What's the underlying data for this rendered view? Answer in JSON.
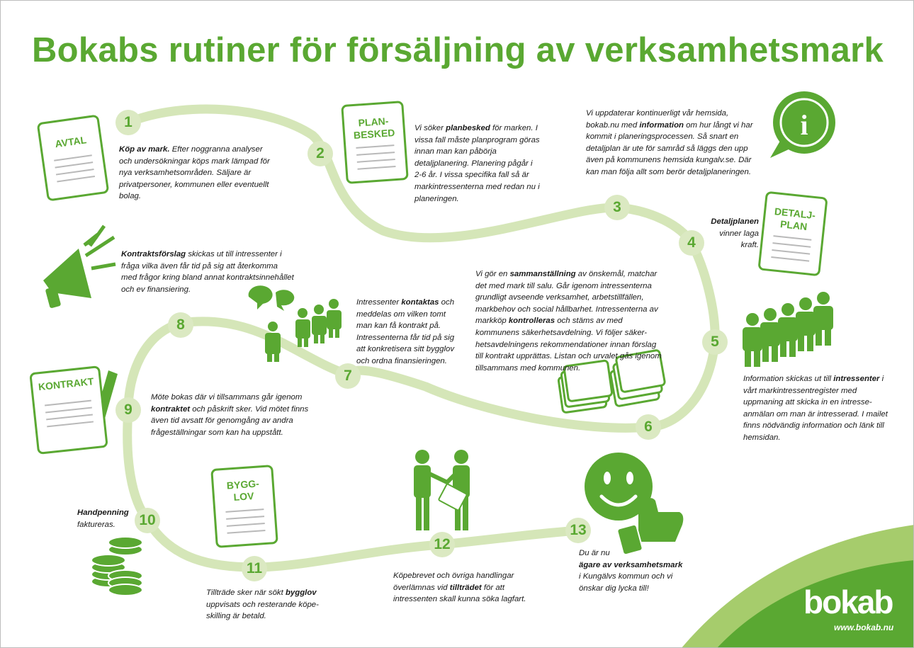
{
  "title": "Bokabs rutiner för försäljning av verksamhetsmark",
  "colors": {
    "brand_green": "#5aa832",
    "path_green": "#d5e6b8",
    "text": "#1a1a1a"
  },
  "documents": {
    "avtal": "AVTAL",
    "planbesked": "PLAN-\nBESKED",
    "detaljplan": "DETALJ-\nPLAN",
    "kontrakt": "KONTRAKT",
    "bygglov": "BYGG-\nLOV"
  },
  "steps": {
    "s1": {
      "num": "1",
      "bold": "Köp av mark.",
      "text": " Efter noggranna analyser och undersökningar köps mark lämpad för nya verksamhetsområden. Säljare är privatpersoner, kommunen eller eventuellt bolag."
    },
    "s2": {
      "num": "2",
      "pre": "Vi söker ",
      "bold": "planbesked",
      "text": " för marken. I vissa fall måste planprogram göras innan man kan påbörja detaljplanering. Planering pågår i 2-6 år. I vissa specifika fall så är markintressenterna med redan nu i planeringen."
    },
    "info": {
      "pre": "Vi uppdaterar kontinuerligt vår hemsida, bokab.nu med ",
      "bold": "information",
      "text": " om hur långt vi har kommit i planeringsprocessen. Så snart en detaljplan är ute för samråd så läggs den upp även på kommunens hemsida kungalv.se. Där kan man följa allt som berör detaljplaneringen."
    },
    "s3": {
      "num": "3"
    },
    "s4": {
      "num": "4",
      "bold": "Detaljplanen",
      "text": "vinner laga kraft."
    },
    "s5": {
      "num": "5",
      "pre": "Information skickas ut till ",
      "bold": "intressenter",
      "text": " i vårt markintressentregister med uppmaning att skicka in en intresse-anmälan om man är intresserad. I mailet finns nödvändig information och länk till hemsidan."
    },
    "s6": {
      "num": "6",
      "pre": "Vi gör en ",
      "bold": "sammanställning",
      "mid": " av önskemål, matchar det med mark till salu. Går igenom intressenterna grundligt avseende verksamhet, arbetstillfällen, markbehov och social hållbarhet. Intressenterna av markköp ",
      "bold2": "kontrolleras",
      "text": " och stäms av med kommunens säkerhetsavdelning. Vi följer säker-hetsavdelningens rekommendationer innan förslag till kontrakt upprättas. Listan och urvalet gås igenom tillsammans med kommunen."
    },
    "s7": {
      "num": "7",
      "pre": "Intressenter ",
      "bold": "kontaktas",
      "text": " och meddelas om vilken tomt man kan få kontrakt på. Intressenterna får tid på sig att konkretisera sitt bygglov och ordna finansieringen."
    },
    "s8": {
      "num": "8",
      "bold": "Kontraktsförslag",
      "text": " skickas ut till intressenter i fråga vilka även får tid på sig att återkomma med frågor kring bland annat kontraktsinnehållet och ev finansiering."
    },
    "s9": {
      "num": "9",
      "pre": "Möte bokas där vi tillsammans går igenom ",
      "bold": "kontraktet",
      "text": " och påskrift sker. Vid mötet finns även tid avsatt för genomgång av andra frågeställningar som kan ha uppstått."
    },
    "s10": {
      "num": "10",
      "bold": "Handpenning",
      "text": "faktureras."
    },
    "s11": {
      "num": "11",
      "pre": "Tillträde sker när sökt ",
      "bold": "bygglov",
      "text": " uppvisats och resterande köpe-skilling är betald."
    },
    "s12": {
      "num": "12",
      "pre": "Köpebrevet och övriga handlingar överlämnas vid ",
      "bold": "tillträdet",
      "text": " för att intressenten skall kunna söka lagfart."
    },
    "s13": {
      "num": "13",
      "pre": "Du är nu",
      "bold": "ägare av verksamhetsmark",
      "text": "i Kungälvs kommun och vi önskar dig lycka till!"
    }
  },
  "brand": {
    "name": "bokab",
    "url": "www.bokab.nu"
  },
  "icons": [
    "document-icon",
    "info-icon",
    "megaphone-icon",
    "speech-bubbles-icon",
    "people-group-icon",
    "card-stack-icon",
    "pen-icon",
    "coins-icon",
    "handshake-icon",
    "smiley-thumbs-up-icon"
  ]
}
